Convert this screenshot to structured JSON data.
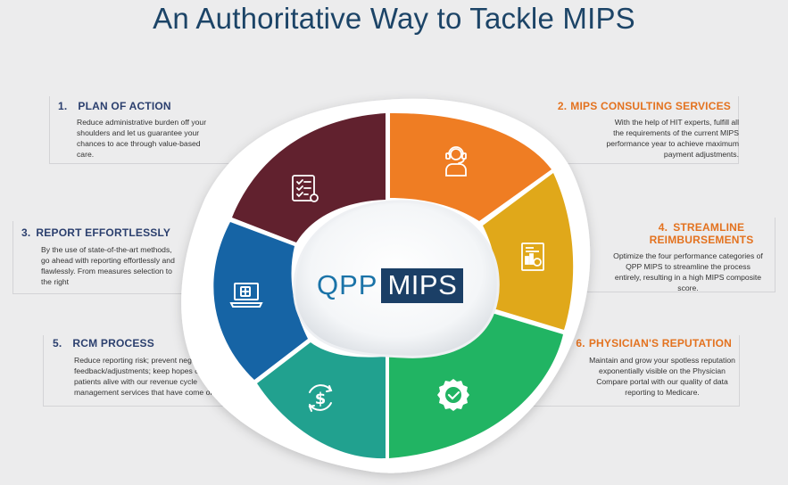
{
  "title": "An Authoritative Way to Tackle MIPS",
  "brand": {
    "left": "QPP",
    "right": "MIPS"
  },
  "colors": {
    "maroon": "#61212e",
    "orange": "#ef7d23",
    "gold": "#e0a81a",
    "blue": "#1664a5",
    "teal": "#21a18f",
    "green": "#21b463",
    "heading_blue": "#1c4467",
    "heading_orange": "#e3721f"
  },
  "steps": [
    {
      "num": "1.",
      "heading": "PLAN OF ACTION",
      "text": "Reduce administrative burden off your shoulders and let us guarantee your chances to ace through value-based care.",
      "icon": "checklist-icon"
    },
    {
      "num": "2.",
      "heading": "MIPS CONSULTING SERVICES",
      "text": "With the help of HIT experts, fulfill all the requirements of the current MIPS performance year to achieve maximum payment adjustments.",
      "icon": "consultant-headset-icon"
    },
    {
      "num": "3.",
      "heading": "REPORT EFFORTLESSLY",
      "text": "By the use of state-of-the-art methods, go ahead with reporting effortlessly and flawlessly. From measures selection to the right",
      "icon": "laptop-medical-icon"
    },
    {
      "num": "4.",
      "heading": "STREAMLINE REIMBURSEMENTS",
      "text": "Optimize the four performance categories of QPP MIPS to streamline the process entirely, resulting in a high MIPS composite score.",
      "icon": "report-chart-icon"
    },
    {
      "num": "5.",
      "heading": "RCM PROCESS",
      "text": "Reduce reporting risk; prevent negative feedback/adjustments; keep hopes of your patients alive with our revenue cycle management services that have come of age.",
      "icon": "dollar-cycle-icon"
    },
    {
      "num": "6.",
      "heading": "PHYSICIAN'S REPUTATION",
      "text": "Maintain and grow your spotless reputation exponentially visible on the Physician Compare portal with our quality of data reporting to Medicare.",
      "icon": "verified-badge-icon"
    }
  ]
}
